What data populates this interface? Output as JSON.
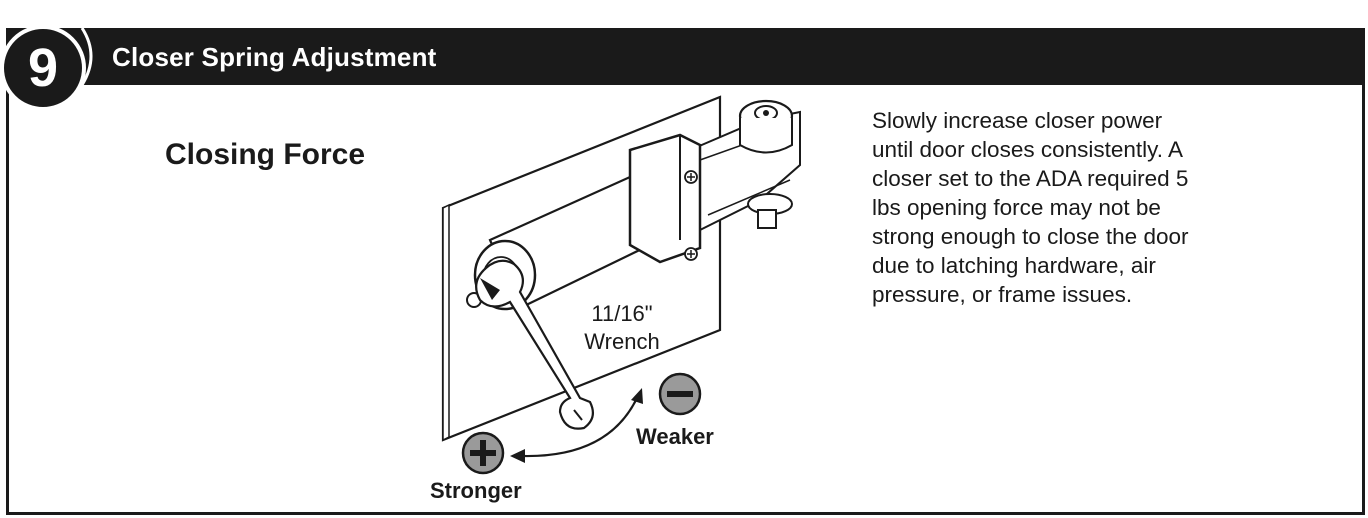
{
  "header": {
    "step_number": "9",
    "title": "Closer Spring Adjustment"
  },
  "section": {
    "heading": "Closing Force"
  },
  "illustration": {
    "wrench_size": "11/16\"",
    "wrench_label": "Wrench",
    "weaker_label": "Weaker",
    "stronger_label": "Stronger",
    "plus_icon": "plus-circle-icon",
    "minus_icon": "minus-circle-icon"
  },
  "description": "Slowly increase closer power until door closes consistently. A closer set to the ADA required 5 lbs opening force may not be strong enough to close the door due to latching hardware, air pressure, or frame issues.",
  "colors": {
    "dark": "#1a1a1a",
    "icon_gray": "#9a9a9a",
    "background": "#ffffff"
  }
}
